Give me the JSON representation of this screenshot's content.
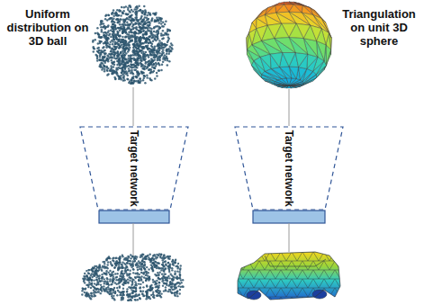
{
  "diagram": {
    "nodes": [
      {
        "text": [
          "Target network"
        ]
      },
      {
        "text": [
          "Target network"
        ]
      }
    ],
    "labels": [
      "Uniform distribution on 3D ball",
      "Triangulation on unit 3D sphere"
    ]
  }
}
